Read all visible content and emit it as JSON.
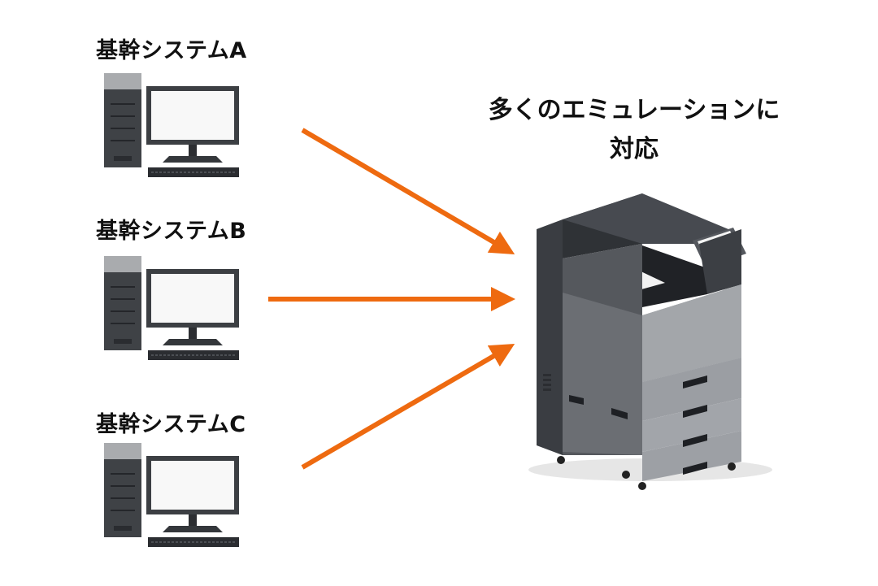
{
  "systems": [
    {
      "label": "基幹システムA"
    },
    {
      "label": "基幹システムB"
    },
    {
      "label": "基幹システムC"
    }
  ],
  "caption": {
    "line1": "多くのエミュレーションに",
    "line2": "対応"
  },
  "icons": {
    "computer": "desktop-computer-icon",
    "printer": "multifunction-printer-icon"
  },
  "colors": {
    "arrow": "#ee6a10",
    "device_dark": "#3c3f44",
    "device_light": "#9ea1a6"
  }
}
